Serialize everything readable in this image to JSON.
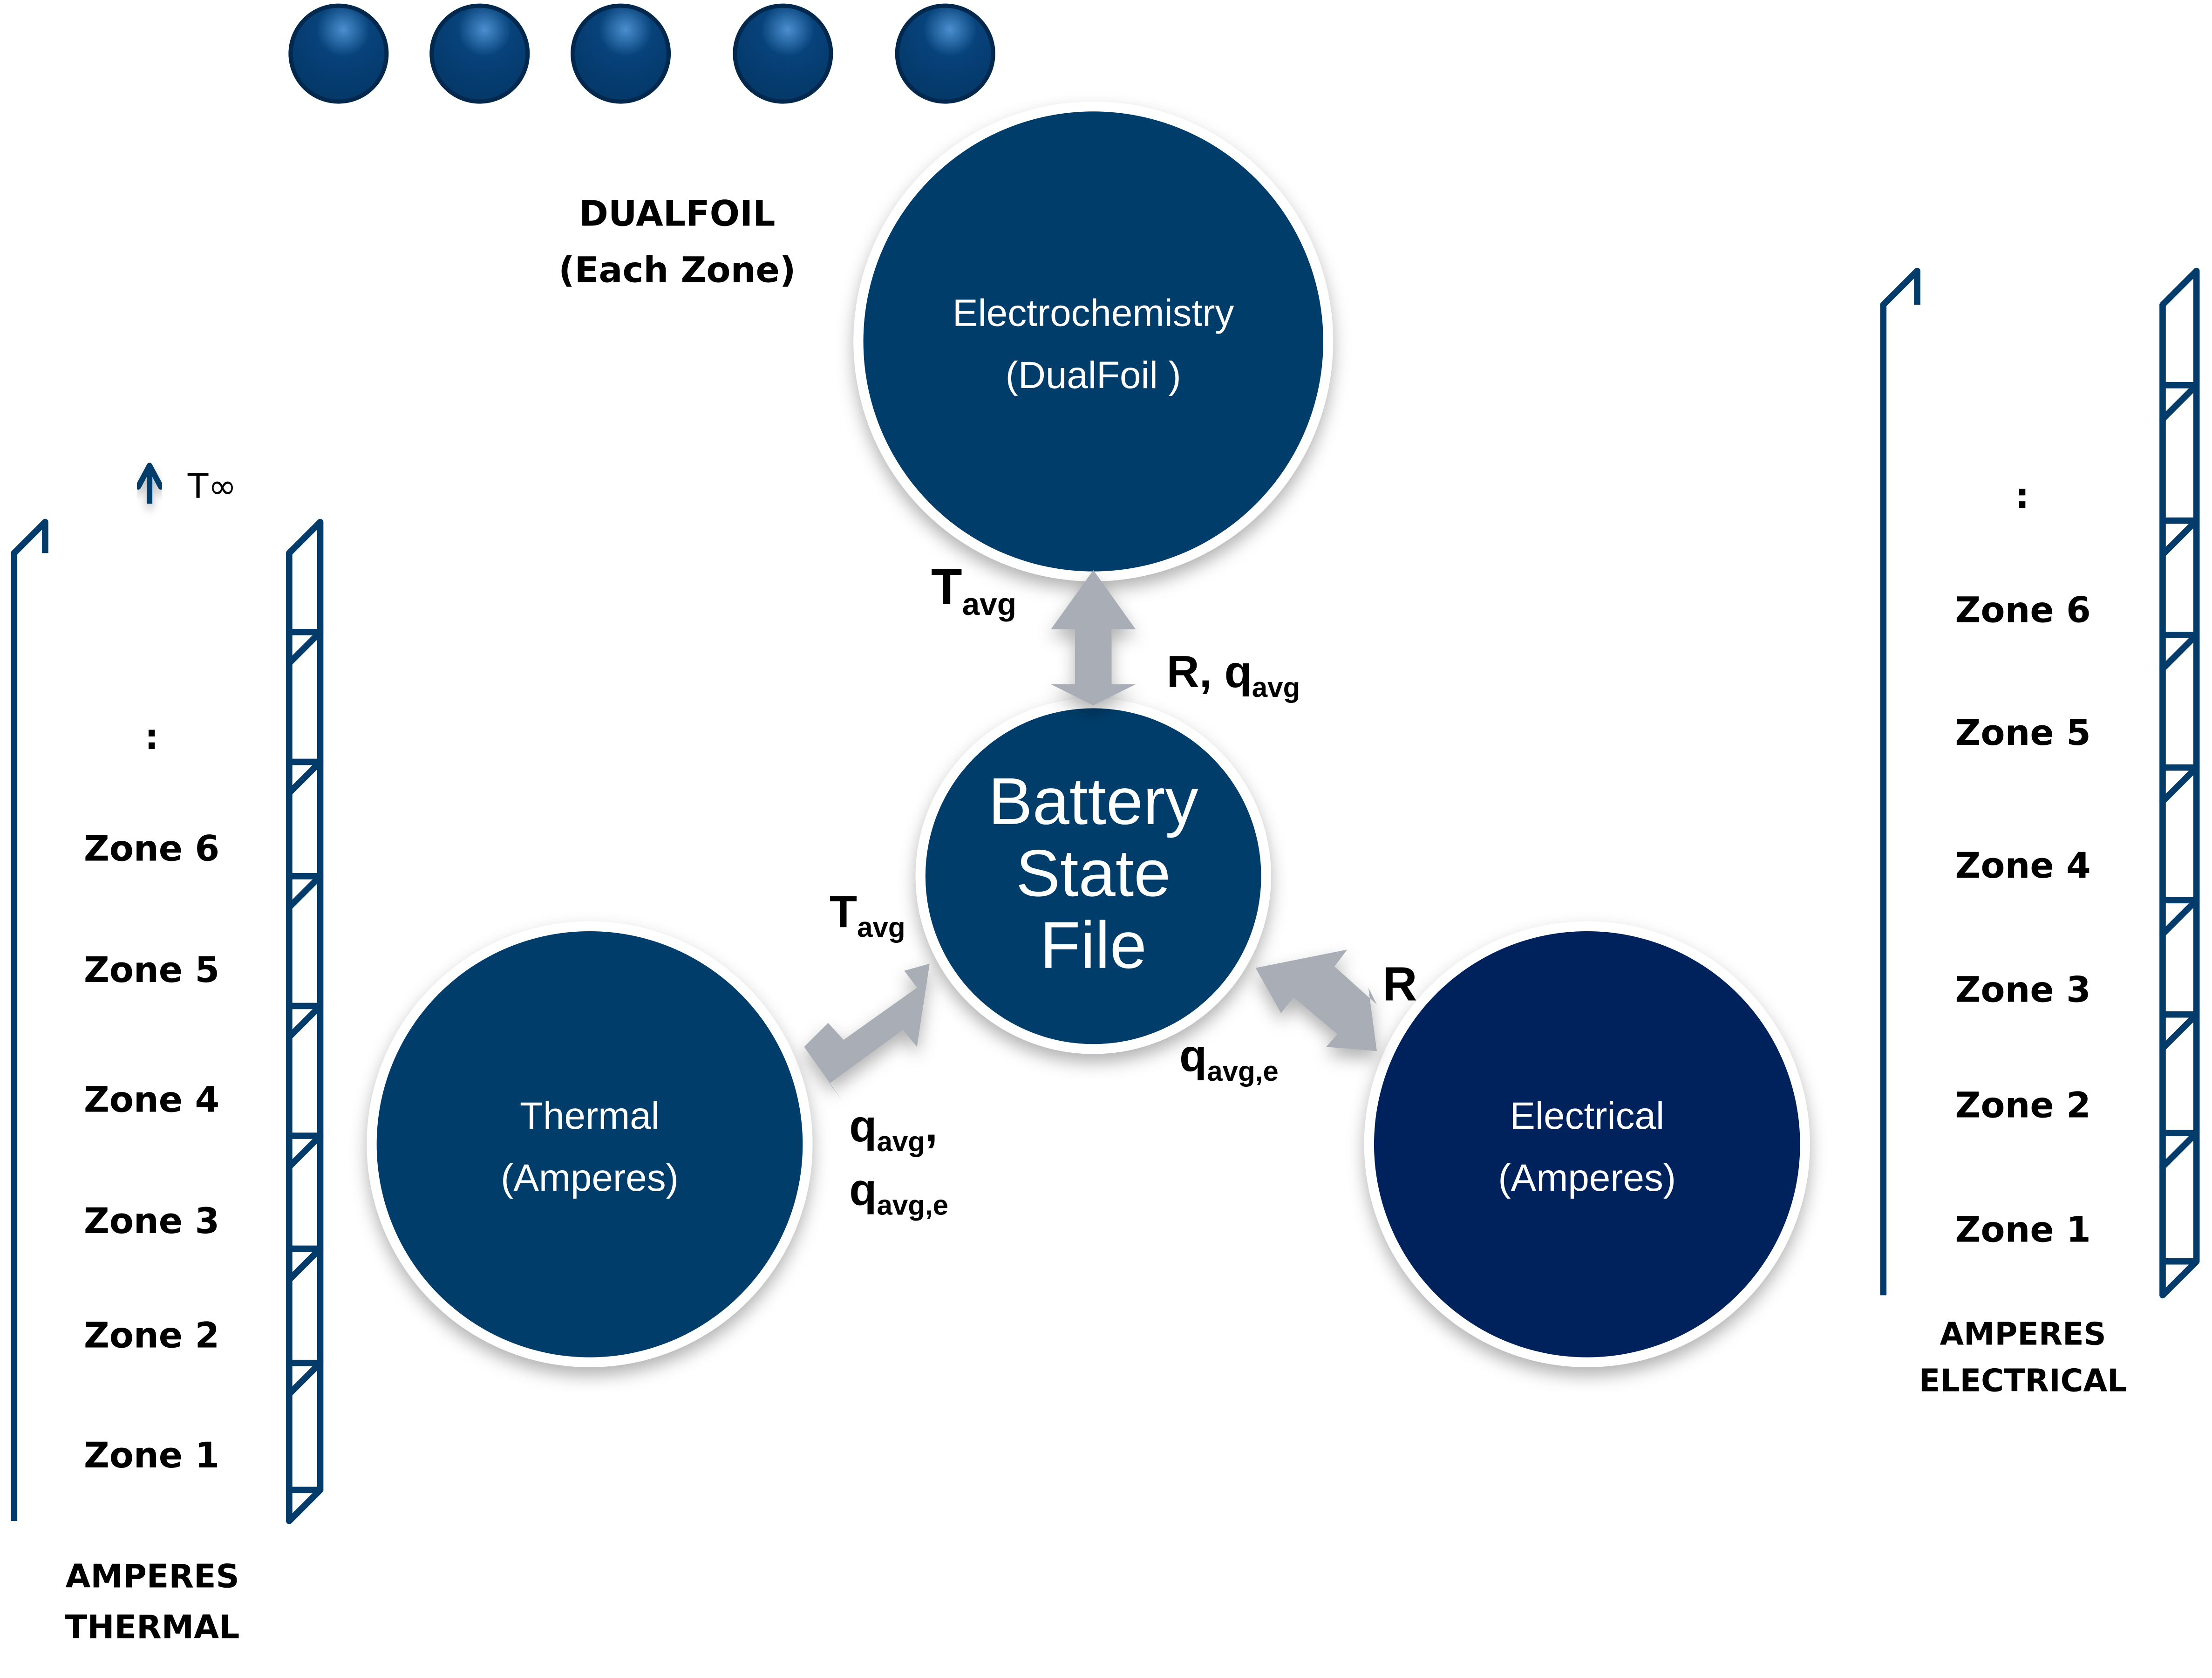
{
  "dualfoil_chain": {
    "node_count": 5,
    "label_line1": "DUALFOIL",
    "label_line2": "(Each Zone)"
  },
  "circles": {
    "electrochemistry": {
      "line1": "Electrochemistry",
      "line2": "(DualFoil )"
    },
    "battery_state": {
      "line1": "Battery",
      "line2": "State",
      "line3": "File"
    },
    "thermal": {
      "line1": "Thermal",
      "line2": "(Amperes)"
    },
    "electrical": {
      "line1": "Electrical",
      "line2": "(Amperes)"
    }
  },
  "exchange_labels": {
    "top_left": {
      "base": "T",
      "sub": "avg"
    },
    "top_right": {
      "base": "R, q",
      "sub": "avg"
    },
    "left_upper": {
      "base": "T",
      "sub": "avg"
    },
    "left_lower_1": {
      "base": "q",
      "sub": "avg",
      "suffix": ","
    },
    "left_lower_2": {
      "base": "q",
      "sub": "avg,e"
    },
    "right_upper": {
      "base": "R"
    },
    "right_lower": {
      "base": "q",
      "sub": "avg,e"
    }
  },
  "thermal_stack": {
    "ambient_label": "T∞",
    "ellipsis": ":",
    "zones": [
      "Zone 6",
      "Zone 5",
      "Zone 4",
      "Zone 3",
      "Zone 2",
      "Zone 1"
    ],
    "caption_line1": "AMPERES",
    "caption_line2": "THERMAL"
  },
  "electrical_stack": {
    "ellipsis": ":",
    "zones": [
      "Zone 6",
      "Zone 5",
      "Zone 4",
      "Zone 3",
      "Zone 2",
      "Zone 1"
    ],
    "caption_line1": "AMPERES",
    "caption_line2": "ELECTRICAL"
  },
  "colors": {
    "primary_blue": "#033c6b",
    "electrical_blue": "#04205c",
    "arrow_gray": "#a9adb5",
    "outline": "#033c6b"
  }
}
